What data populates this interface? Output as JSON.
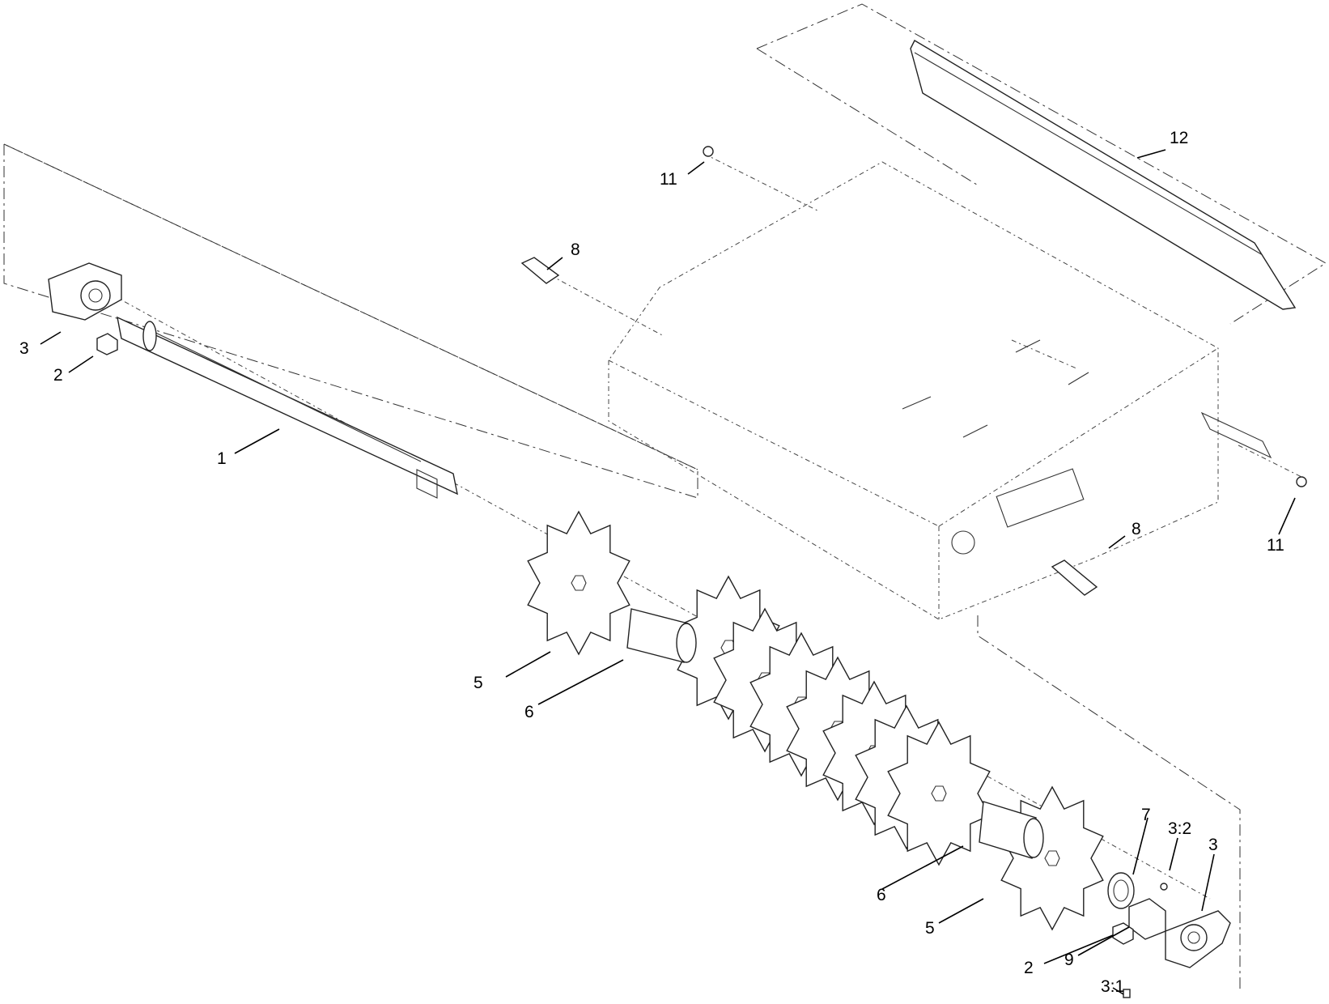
{
  "callouts": {
    "c1": "1",
    "c2a": "2",
    "c2b": "2",
    "c3a": "3",
    "c3b": "3",
    "c3_1": "3:1",
    "c3_2": "3:2",
    "c5a": "5",
    "c5b": "5",
    "c6a": "6",
    "c6b": "6",
    "c7": "7",
    "c8a": "8",
    "c8b": "8",
    "c9": "9",
    "c11a": "11",
    "c11b": "11",
    "c12": "12"
  }
}
